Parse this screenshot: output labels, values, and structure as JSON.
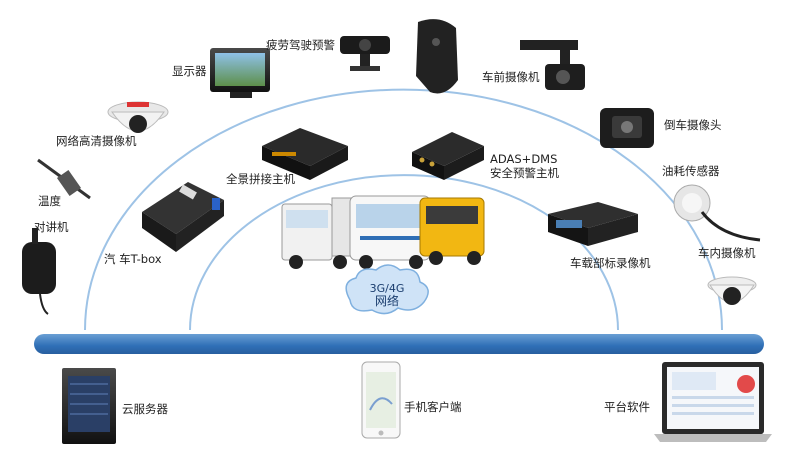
{
  "labels": {
    "display": "显示器",
    "fatigue": "疲劳驾驶预警",
    "front_camera": "车前摄像机",
    "network_camera": "网络高清摄像机",
    "reverse_camera": "倒车摄像头",
    "temperature": "温度",
    "panorama_host": "全景拼接主机",
    "adas_dms": "ADAS+DMS",
    "safety_host": "安全预警主机",
    "fuel_sensor": "油耗传感器",
    "intercom": "对讲机",
    "tbox": "汽 车T-box",
    "recorder": "车载部标录像机",
    "cabin_camera": "车内摄像机",
    "network_top": "3G/4G",
    "network_bottom": "网络",
    "cloud_server": "云服务器",
    "mobile_client": "手机客户端",
    "platform": "平台软件"
  },
  "colors": {
    "bar": "#2f6fb6",
    "arc": "#9ec3e6",
    "cloud": "#cfe3f7"
  }
}
